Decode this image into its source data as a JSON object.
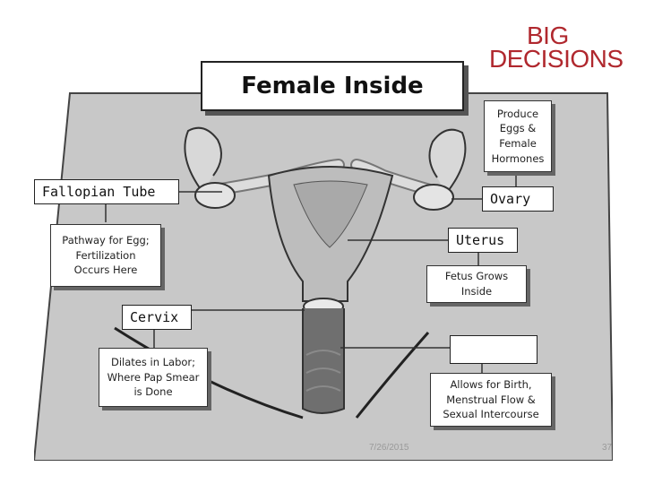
{
  "logo": {
    "line1": "BIG",
    "line2": "DECISIONS"
  },
  "title": "Female Inside",
  "labels": {
    "fallopian_tube": "Fallopian Tube",
    "ovary": "Ovary",
    "uterus": "Uterus",
    "cervix": "Cervix"
  },
  "descriptions": {
    "fallopian": "Pathway for Egg;\nFertilization\nOccurs Here",
    "ovary": "Produce\nEggs &\nFemale\nHormones",
    "uterus": "Fetus Grows\nInside",
    "cervix": "Dilates in Labor;\nWhere Pap Smear\nis Done",
    "vagina": "Allows for Birth,\nMenstrual Flow &\nSexual Intercourse"
  },
  "footer": {
    "date": "7/26/2015",
    "page": "37"
  }
}
